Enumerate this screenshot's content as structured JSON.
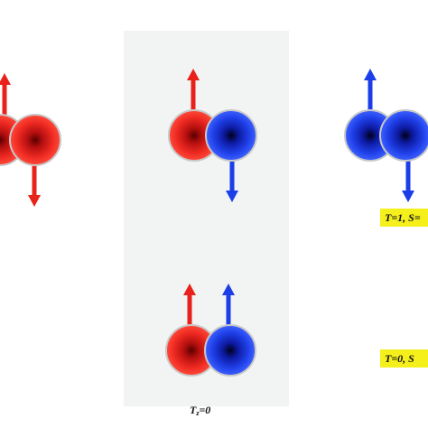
{
  "colors": {
    "proton": "#e8221b",
    "neutron": "#1b3ee8",
    "panel_background": "#f2f3f3",
    "label_background": "#f5ef1c"
  },
  "nucleons": [
    {
      "group": "pp-pair",
      "particle": "proton",
      "spin": "up"
    },
    {
      "group": "pp-pair",
      "particle": "proton",
      "spin": "down"
    },
    {
      "group": "pn-triplet-pair",
      "particle": "proton",
      "spin": "up"
    },
    {
      "group": "pn-triplet-pair",
      "particle": "neutron",
      "spin": "down"
    },
    {
      "group": "nn-pair",
      "particle": "neutron",
      "spin": "up"
    },
    {
      "group": "nn-pair",
      "particle": "neutron",
      "spin": "down"
    },
    {
      "group": "pn-singlet-pair",
      "particle": "proton",
      "spin": "up"
    },
    {
      "group": "pn-singlet-pair",
      "particle": "neutron",
      "spin": "up"
    }
  ],
  "labels": {
    "triplet": "T=1, S=",
    "singlet": "T=0, S",
    "tz_main": "T",
    "tz_sub": "z",
    "tz_value": "=0"
  }
}
